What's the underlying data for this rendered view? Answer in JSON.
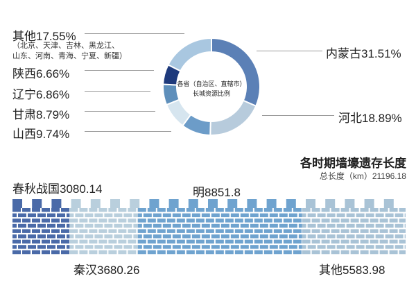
{
  "chart_data": [
    {
      "type": "pie",
      "title": "各省（自治区、直辖市）长城资源比例",
      "title_line1": "各省（自治区、直辖市）",
      "title_line2": "长城资源比例",
      "slices": [
        {
          "name": "内蒙古",
          "value": 31.51,
          "label": "内蒙古31.51%",
          "color": "#5b80b6"
        },
        {
          "name": "河北",
          "value": 18.89,
          "label": "河北18.89%",
          "color": "#b7cbdc"
        },
        {
          "name": "山西",
          "value": 9.74,
          "label": "山西9.74%",
          "color": "#6c9cc8"
        },
        {
          "name": "甘肃",
          "value": 8.79,
          "label": "甘肃8.79%",
          "color": "#d6e5ef"
        },
        {
          "name": "辽宁",
          "value": 6.86,
          "label": "辽宁6.86%",
          "color": "#5e8fbb"
        },
        {
          "name": "陕西",
          "value": 6.66,
          "label": "陕西6.66%",
          "color": "#1e3a7c"
        },
        {
          "name": "其他",
          "value": 17.55,
          "label": "其他17.55%",
          "color": "#a9c7e0",
          "note1": "（北京、天津、吉林、黑龙江、",
          "note2": "山东、河南、青海、宁夏、新疆）"
        }
      ]
    },
    {
      "type": "bar",
      "title": "各时期墙壕遗存长度",
      "subtitle": "总长度（km）21196.18",
      "segments": [
        {
          "name": "春秋战国",
          "value": 3080.14,
          "label": "春秋战国3080.14",
          "color": "#4a6aa8"
        },
        {
          "name": "秦汉",
          "value": 3680.26,
          "label": "秦汉3680.26",
          "color": "#b9cfdd"
        },
        {
          "name": "明",
          "value": 8851.8,
          "label": "明8851.8",
          "color": "#6fa3cf"
        },
        {
          "name": "其他",
          "value": 5583.98,
          "label": "其他5583.98",
          "color": "#a9c3d6"
        }
      ]
    }
  ]
}
